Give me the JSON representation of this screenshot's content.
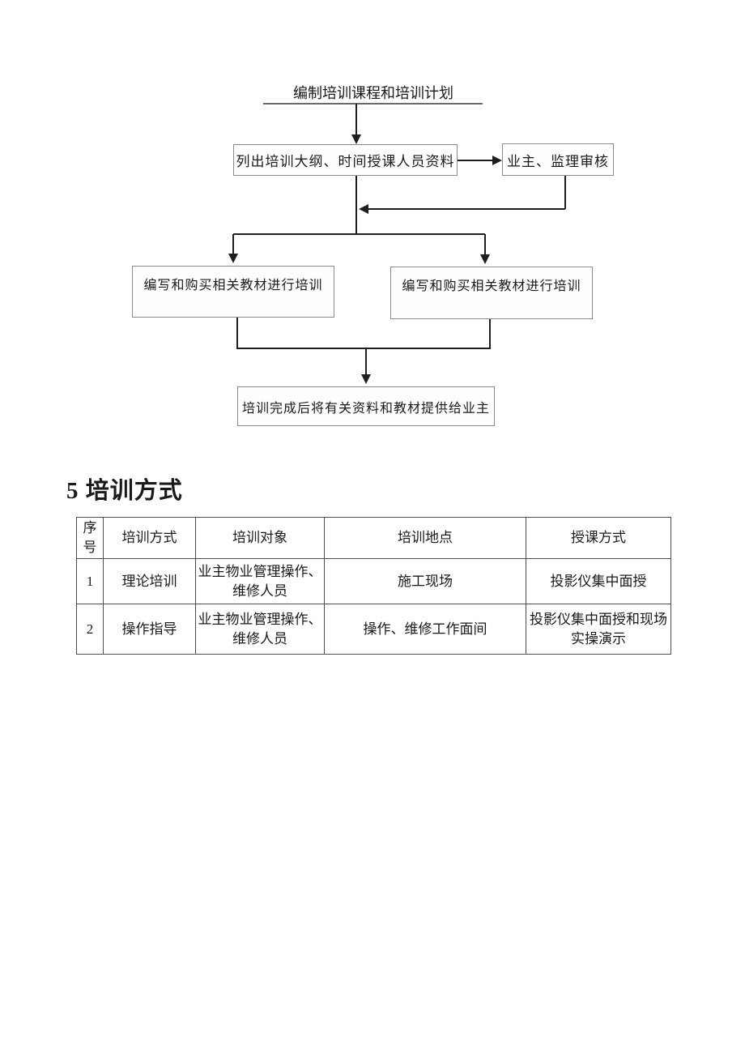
{
  "flowchart": {
    "title": "编制培训课程和培训计划",
    "nodes": {
      "step1": "列出培训大纲、时间授课人员资料",
      "review": "业主、监理审核",
      "left": "编写和购买相关教材进行培训",
      "right": "编写和购买相关教材进行培训",
      "final": "培训完成后将有关资料和教材提供给业主"
    }
  },
  "section": {
    "heading": "5 培训方式"
  },
  "table": {
    "headers": [
      "序号",
      "培训方式",
      "培训对象",
      "培训地点",
      "授课方式"
    ],
    "rows": [
      [
        "1",
        "理论培训",
        "业主物业管理操作、维修人员",
        "施工现场",
        "投影仪集中面授"
      ],
      [
        "2",
        "操作指导",
        "业主物业管理操作、维修人员",
        "操作、维修工作面间",
        "投影仪集中面授和现场实操演示"
      ]
    ]
  },
  "colors": {
    "text": "#1a1a1a",
    "connector_line": "#1f1f1f",
    "box_border": "#8a8a8a",
    "table_border": "#4d4d4d",
    "page_background": "#ffffff"
  }
}
